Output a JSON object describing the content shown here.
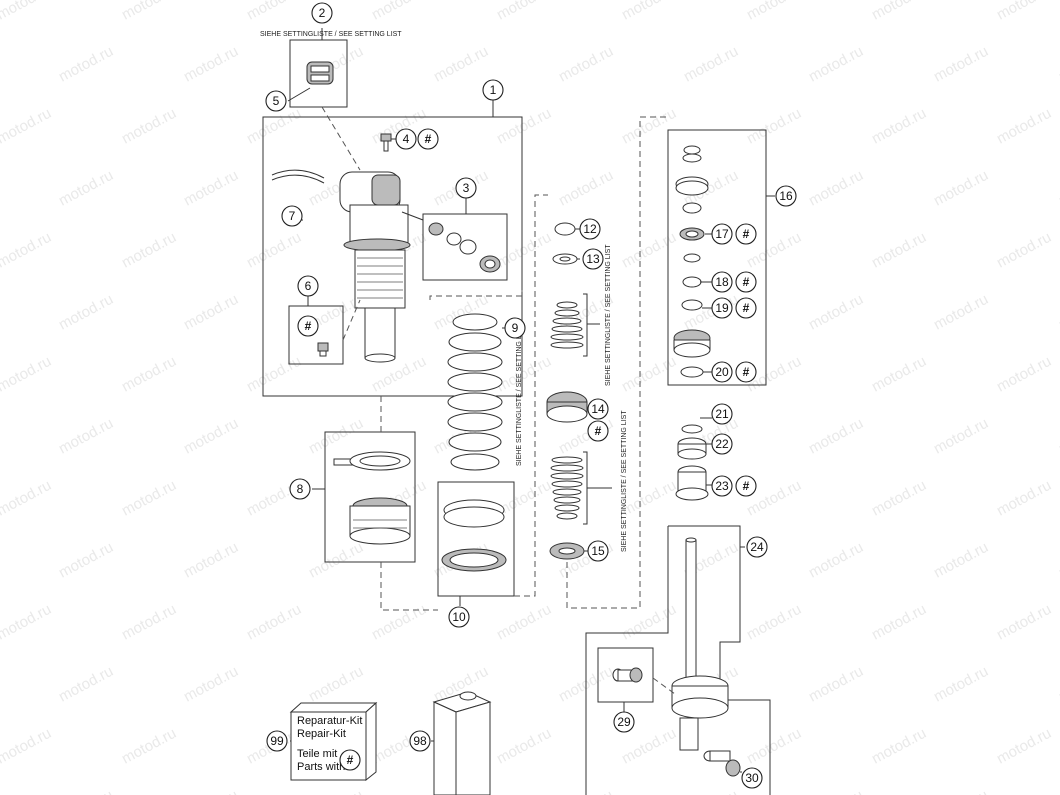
{
  "watermark": "motod.ru",
  "notes": {
    "setting_list": "SIEHE SETTINGLISTE / SEE SETTING LIST"
  },
  "hash_symbol": "#",
  "callouts": {
    "c1": "1",
    "c2": "2",
    "c3": "3",
    "c4": "4",
    "c5": "5",
    "c6": "6",
    "c7": "7",
    "c8": "8",
    "c9": "9",
    "c10": "10",
    "c12": "12",
    "c13": "13",
    "c14": "14",
    "c15": "15",
    "c16": "16",
    "c17": "17",
    "c18": "18",
    "c19": "19",
    "c20": "20",
    "c21": "21",
    "c22": "22",
    "c23": "23",
    "c24": "24",
    "c29": "29",
    "c30": "30",
    "c98": "98",
    "c99": "99"
  },
  "kit_legend": {
    "line1": "Reparatur-Kit",
    "line2": "Repair-Kit",
    "line3": "Teile mit",
    "line4": "Parts with"
  }
}
